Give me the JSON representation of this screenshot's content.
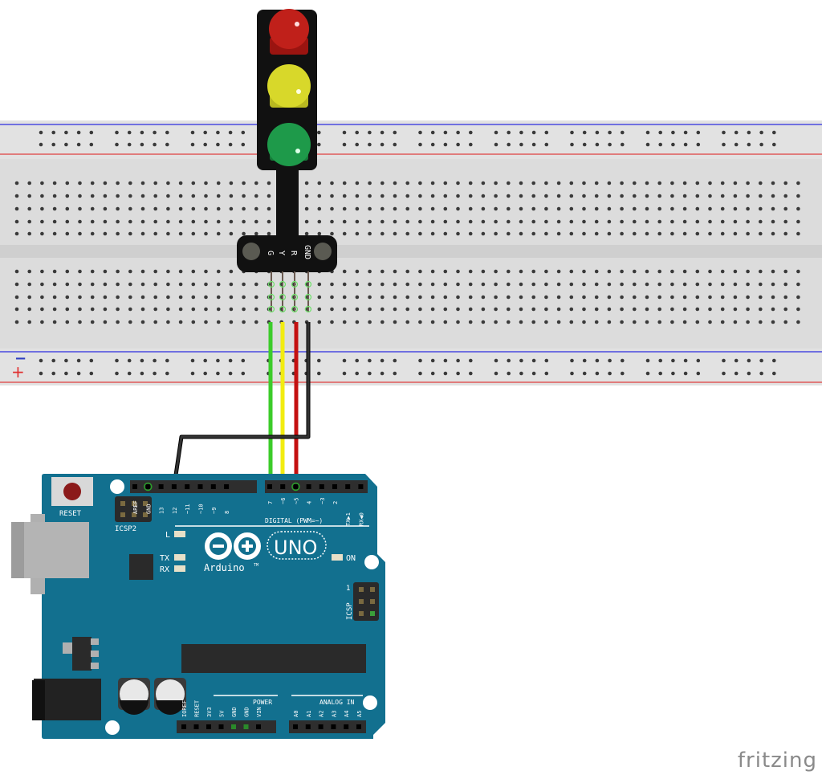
{
  "diagram": {
    "tool_watermark": "fritzing",
    "breadboard": {
      "rail_labels": {
        "minus": "−",
        "plus": "+"
      },
      "colors": {
        "body": "#dcdcdc",
        "hole": "#3a3a3a",
        "rail_blue": "#4a4ae0",
        "rail_red": "#e05a5a",
        "plus_sign": "#e03030",
        "minus_sign": "#3040c0"
      }
    },
    "traffic_light_module": {
      "pin_labels": [
        "G",
        "Y",
        "R",
        "GND"
      ],
      "leds": [
        {
          "name": "red",
          "color": "#c0201a"
        },
        {
          "name": "yellow",
          "color": "#d8d82a"
        },
        {
          "name": "green",
          "color": "#1e9a4a"
        }
      ]
    },
    "wires": [
      {
        "name": "green-wire",
        "from": "G",
        "to": "D7",
        "color": "#3ccc2a"
      },
      {
        "name": "yellow-wire",
        "from": "Y",
        "to": "D6",
        "color": "#f2ec10"
      },
      {
        "name": "red-wire",
        "from": "R",
        "to": "D5",
        "color": "#c41010"
      },
      {
        "name": "black-wire",
        "from": "GND",
        "to": "GND",
        "color": "#1a1a1a"
      }
    ],
    "arduino": {
      "board_color": "#12708f",
      "logo_text": "Arduino",
      "tm": "TM",
      "model": "UNO",
      "reset_label": "RESET",
      "icsp2_label": "ICSP2",
      "icsp_label": "ICSP",
      "icsp_pin1": "1",
      "led_labels": {
        "l": "L",
        "tx": "TX",
        "rx": "RX",
        "on": "ON"
      },
      "digital_header_label": "DIGITAL (PWM=~)",
      "digital_pins_left": [
        "AREF",
        "GND",
        "13",
        "12",
        "~11",
        "~10",
        "~9",
        "8"
      ],
      "digital_pins_right": [
        "7",
        "~6",
        "~5",
        "4",
        "~3",
        "2",
        "TX▶1",
        "RX◀0"
      ],
      "power_label": "POWER",
      "power_pins": [
        "IOREF",
        "RESET",
        "3V3",
        "5V",
        "GND",
        "GND",
        "VIN"
      ],
      "analog_label": "ANALOG IN",
      "analog_pins": [
        "A0",
        "A1",
        "A2",
        "A3",
        "A4",
        "A5"
      ]
    }
  }
}
